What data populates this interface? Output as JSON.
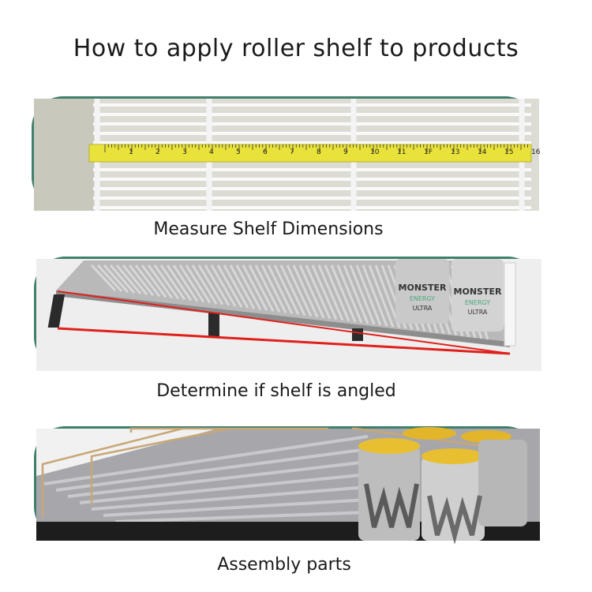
{
  "title": "How to apply roller shelf to products",
  "steps": [
    {
      "caption": "Measure Shelf Dimensions",
      "image": "tape-measure-on-wire-shelf"
    },
    {
      "caption": "Determine if shelf is angled",
      "image": "angled-roller-shelf-with-cans"
    },
    {
      "caption": "Assembly parts",
      "image": "roller-shelf-with-dividers-and-cans"
    }
  ],
  "tape": {
    "inch_marks": [
      "1",
      "2",
      "3",
      "4",
      "5",
      "6",
      "7",
      "8",
      "9",
      "10",
      "11",
      "1F",
      "13",
      "14",
      "15",
      "16"
    ]
  },
  "cans": {
    "brand": "MONSTER",
    "sub": "ULTRA",
    "sub_green": "ENERGY"
  },
  "colors": {
    "border": "#3f7f6c",
    "tape": "#e9e23a",
    "angle_line": "#e0201b",
    "rail": "#c8a777"
  }
}
